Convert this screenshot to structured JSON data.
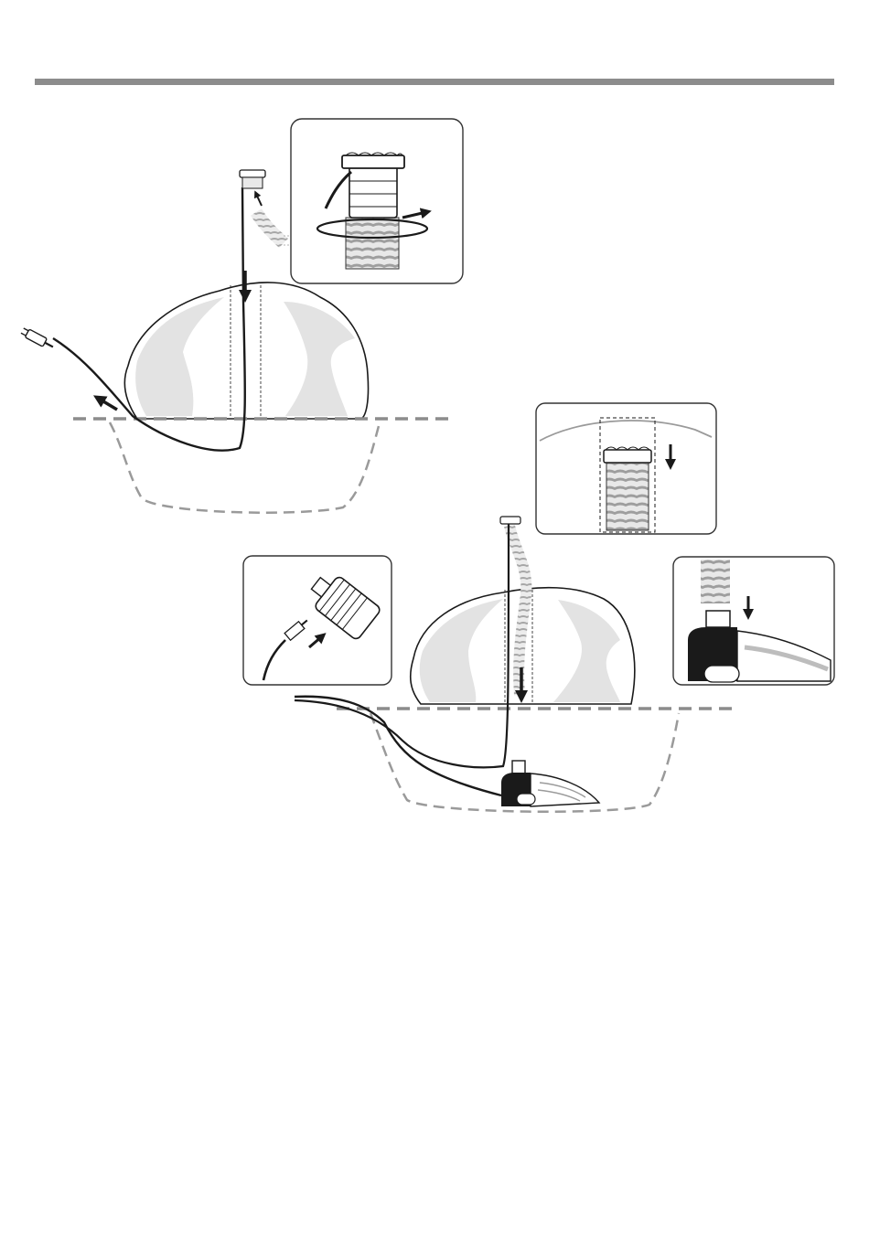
{
  "colors": {
    "rule": "#8c8c8c",
    "ink": "#1a1a1a",
    "rock_fill": "#ffffff",
    "rock_shade": "#e3e3e3",
    "pond_line": "#9a9a9a",
    "hose": "#bdbdbd",
    "panel_border": "#333333"
  },
  "figures": [
    {
      "name": "fountain-nozzle-hose-assembly"
    },
    {
      "name": "rock-fountain-setup"
    },
    {
      "name": "hose-into-rock-detail"
    },
    {
      "name": "power-plug-connection-detail"
    },
    {
      "name": "hose-to-pump-outlet-detail"
    },
    {
      "name": "pump-in-pond-setup"
    }
  ]
}
